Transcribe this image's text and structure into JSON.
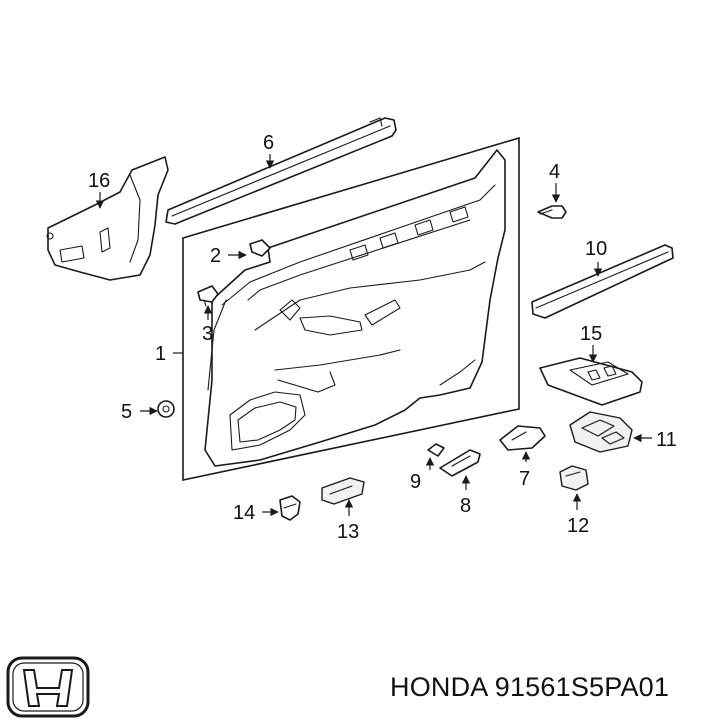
{
  "caption": {
    "brand": "HONDA",
    "part_number": "91561S5PA01"
  },
  "logo": {
    "icon": "honda-h-logo-icon"
  },
  "callouts": {
    "c1": "1",
    "c2": "2",
    "c3": "3",
    "c4": "4",
    "c5": "5",
    "c6": "6",
    "c7": "7",
    "c8": "8",
    "c9": "9",
    "c10": "10",
    "c11": "11",
    "c12": "12",
    "c13": "13",
    "c14": "14",
    "c15": "15",
    "c16": "16"
  }
}
